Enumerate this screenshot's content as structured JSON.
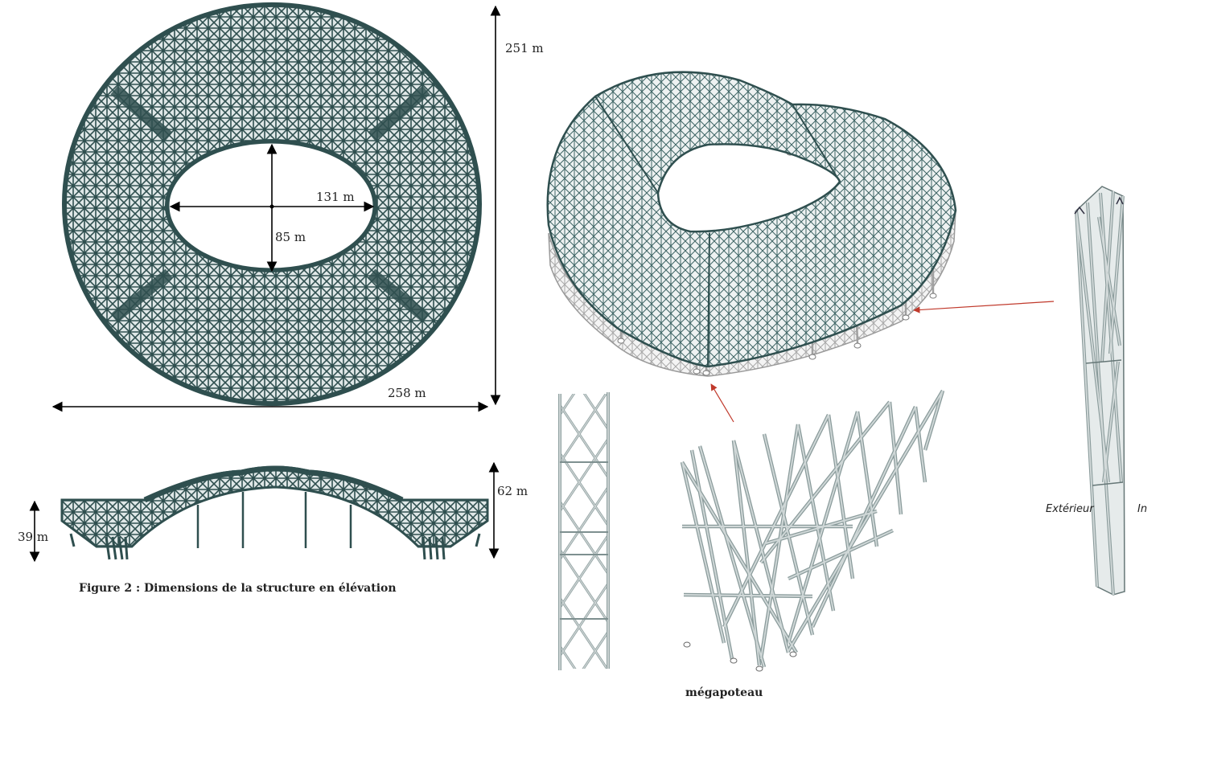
{
  "plan": {
    "dim_inner_major": "131 m",
    "dim_inner_minor": "85 m",
    "dim_outer_width": "258 m",
    "dim_outer_height": "251 m"
  },
  "elevation": {
    "dim_height_low": "39 m",
    "dim_height_high": "62 m",
    "caption": "Figure 2 : Dimensions de la structure en élévation"
  },
  "detail": {
    "mega_column_label": "mégapoteau"
  },
  "column_section": {
    "label_exterior": "Extérieur",
    "label_interior": "In"
  },
  "colors": {
    "structure": "#2f4f4f",
    "steel": "#b9c2c2",
    "support": "#bdbdbd",
    "pointer": "#c0392b",
    "dimension": "#000000"
  }
}
